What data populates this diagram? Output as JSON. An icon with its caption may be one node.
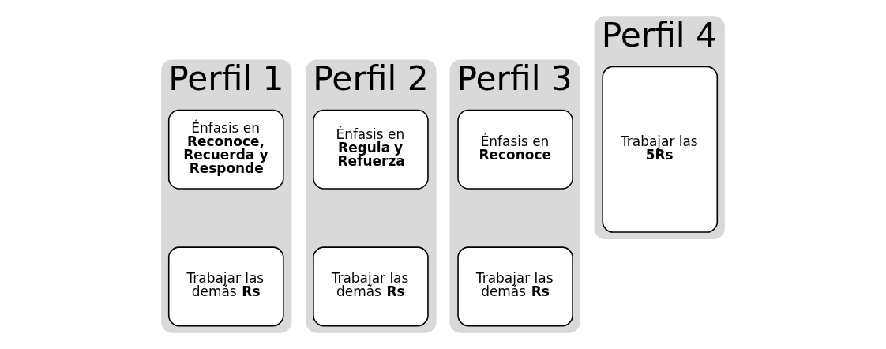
{
  "diagram": {
    "nodes": [
      {
        "text": [
          "Perfil 1"
        ]
      },
      {
        "text": [
          "Énfasis en **Reconoce, Recuerda y Responde**"
        ],
        "in": 0
      },
      {
        "text": [
          "Trabajar las demás **Rs**"
        ],
        "in": 0
      },
      {
        "text": [
          "Perfil 2"
        ]
      },
      {
        "text": [
          "Énfasis en **Regula y Refuerza**"
        ],
        "in": 3
      },
      {
        "text": [
          "Trabajar las demás **Rs**"
        ],
        "in": 3
      },
      {
        "text": [
          "Perfil 3"
        ]
      },
      {
        "text": [
          "Énfasis en **Reconoce**"
        ],
        "in": 6
      },
      {
        "text": [
          "Trabajar las demás **Rs**"
        ],
        "in": 6
      },
      {
        "text": [
          "Perfil 4"
        ]
      },
      {
        "text": [
          "Trabajar las **5Rs**"
        ],
        "in": 9
      }
    ],
    "edges": []
  }
}
